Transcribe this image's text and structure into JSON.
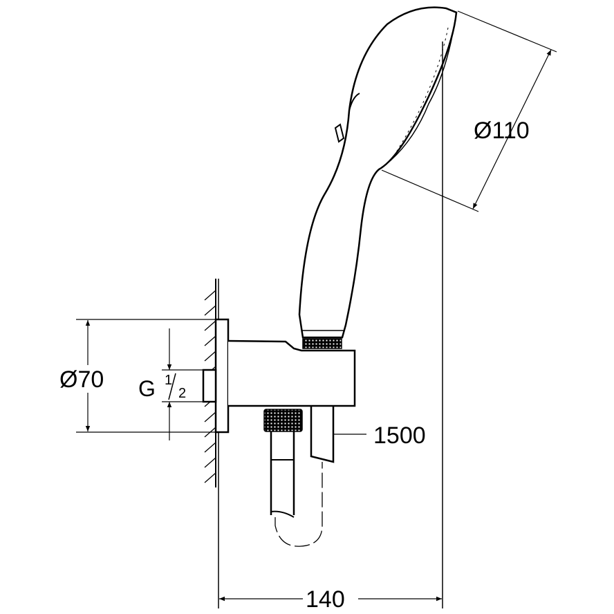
{
  "dimensions": {
    "head_diameter": "Ø110",
    "plate_diameter": "Ø70",
    "thread": {
      "letter": "G",
      "num": "1",
      "den": "2"
    },
    "hose_length": "1500",
    "projection": "140"
  },
  "colors": {
    "line": "#000000",
    "background": "#ffffff"
  }
}
